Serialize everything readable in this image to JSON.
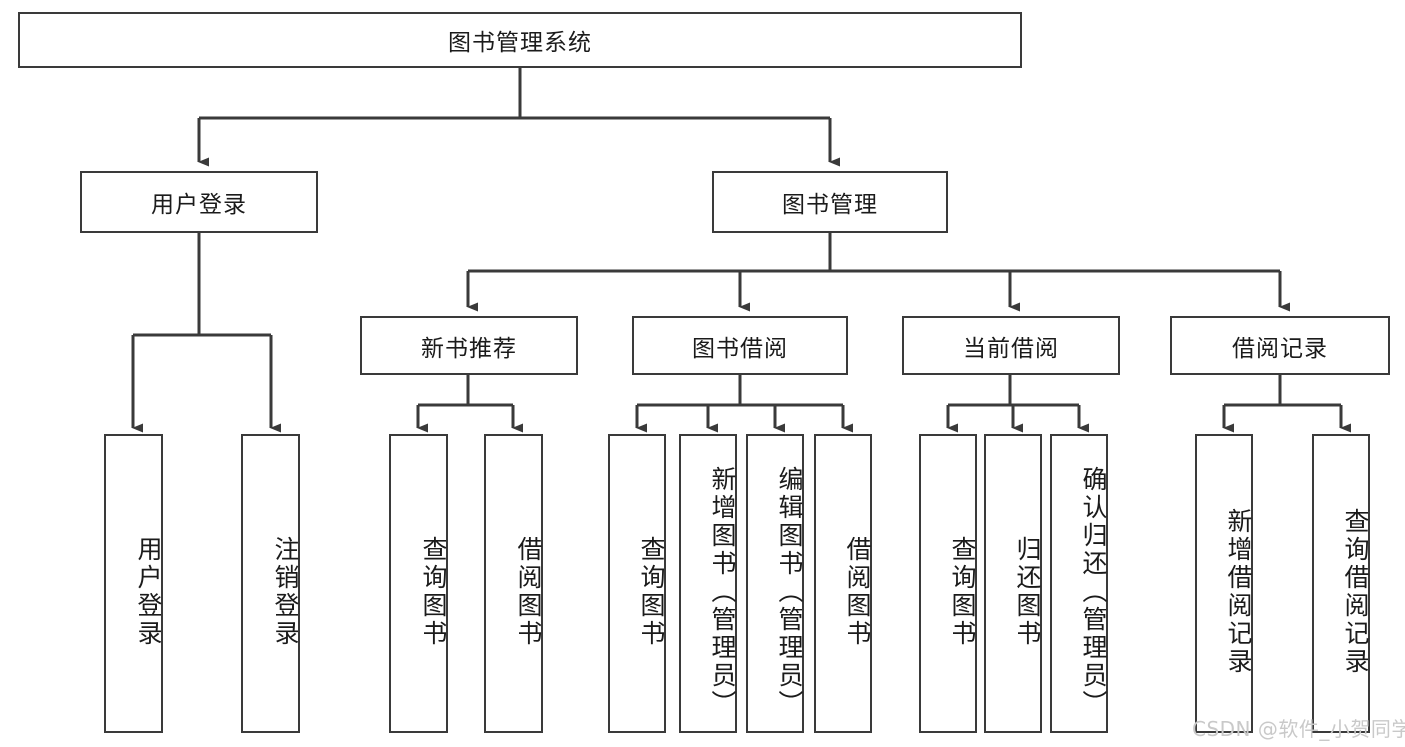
{
  "diagram": {
    "title": "图书管理系统",
    "style": {
      "border_color": "#3a3a3a",
      "box_fill": "#ffffff",
      "line_color": "#3a3a3a",
      "text_color": "#1b1b1b",
      "watermark_color": "#c9c9c9",
      "page_background": "#ffffff"
    },
    "root": {
      "label": "图书管理系统"
    },
    "level2": [
      {
        "label": "用户登录"
      },
      {
        "label": "图书管理"
      }
    ],
    "level3": [
      {
        "label": "新书推荐"
      },
      {
        "label": "图书借阅"
      },
      {
        "label": "当前借阅"
      },
      {
        "label": "借阅记录"
      }
    ],
    "leaves": {
      "user_login": [
        {
          "label": "用户登录"
        },
        {
          "label": "注销登录"
        }
      ],
      "new_book_recommend": [
        {
          "label": "查询图书"
        },
        {
          "label": "借阅图书"
        }
      ],
      "book_borrow": [
        {
          "label": "查询图书"
        },
        {
          "label": "新增图书（管理员）"
        },
        {
          "label": "编辑图书（管理员）"
        },
        {
          "label": "借阅图书"
        }
      ],
      "current_borrow": [
        {
          "label": "查询图书"
        },
        {
          "label": "归还图书"
        },
        {
          "label": "确认归还（管理员）"
        }
      ],
      "borrow_record": [
        {
          "label": "新增借阅记录"
        },
        {
          "label": "查询借阅记录"
        }
      ]
    },
    "watermark": "CSDN @软件_小贺同学"
  }
}
